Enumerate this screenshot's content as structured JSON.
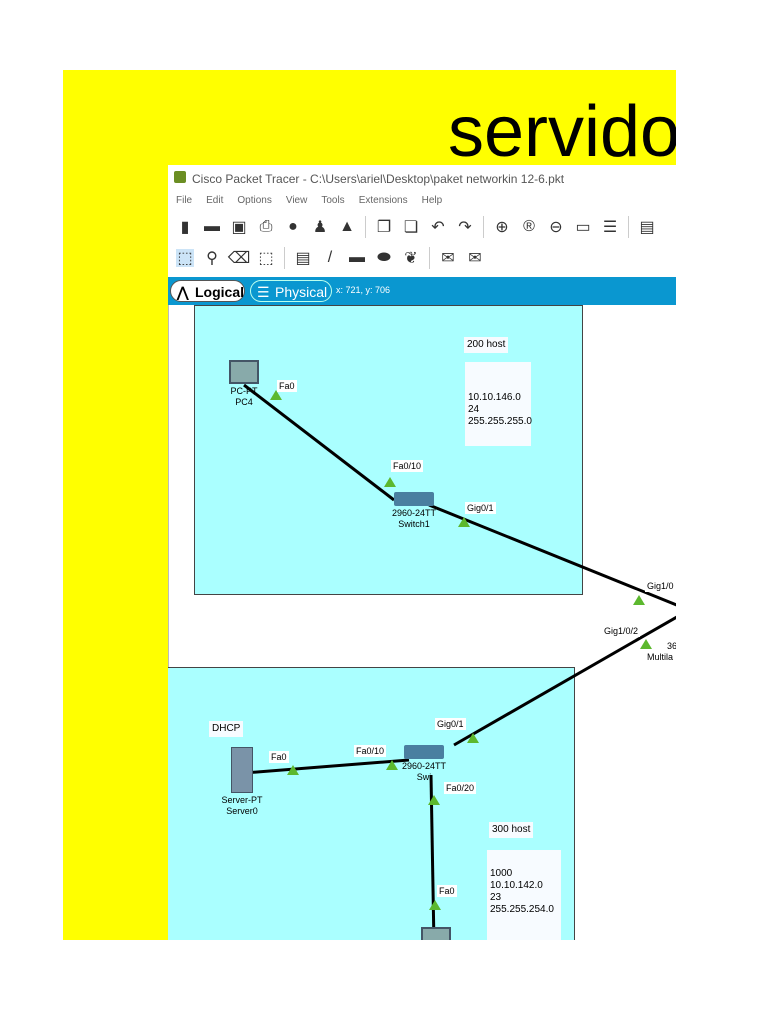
{
  "slide": {
    "title": "servido"
  },
  "window": {
    "title": "Cisco Packet Tracer - C:\\Users\\ariel\\Desktop\\paket networkin 12-6.pkt",
    "menu": [
      "File",
      "Edit",
      "Options",
      "View",
      "Tools",
      "Extensions",
      "Help"
    ],
    "tabs": {
      "logical": "Logical",
      "physical": "Physical"
    },
    "coords": "x: 721, y: 706"
  },
  "topology": {
    "note1": {
      "title": "200 host",
      "lines": [
        "10.10.146.0",
        "24",
        "255.255.255.0"
      ]
    },
    "note2": {
      "title": "300 host",
      "lines": [
        "1000",
        "10.10.142.0",
        "23",
        "255.255.254.0"
      ]
    },
    "dhcp_label": "DHCP",
    "pc4": {
      "model": "PC-PT",
      "name": "PC4"
    },
    "switch1": {
      "model": "2960-24TT",
      "name": "Switch1"
    },
    "switch2": {
      "model": "2960-24TT",
      "name": "Swi"
    },
    "server0": {
      "model": "Server-PT",
      "name": "Server0"
    },
    "multilayer": {
      "model": "36",
      "name": "Multila"
    },
    "ports": {
      "pc4_fa0": "Fa0",
      "sw1_fa010": "Fa0/10",
      "sw1_gig01": "Gig0/1",
      "ml_gig101": "Gig1/0",
      "ml_gig102": "Gig1/0/2",
      "sw2_gig01": "Gig0/1",
      "sw2_fa010": "Fa0/10",
      "srv_fa0": "Fa0",
      "sw2_fa020": "Fa0/20",
      "pc_fa0": "Fa0"
    }
  }
}
